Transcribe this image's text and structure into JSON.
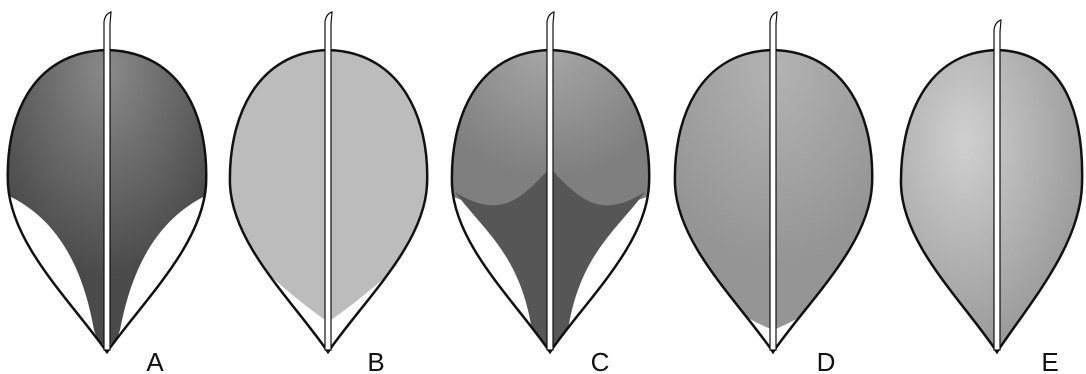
{
  "panels": [
    {
      "label": "A"
    },
    {
      "label": "B"
    },
    {
      "label": "C"
    },
    {
      "label": "D"
    },
    {
      "label": "E"
    }
  ],
  "colors": {
    "outline": "#111111",
    "blade_base": "#ffffff",
    "dark_fill": "#555555",
    "medium_fill": "#8f8f8f",
    "light_fill": "#bdbdbd",
    "lighter_fill": "#a6a6a6",
    "midrib": "#ffffff"
  }
}
